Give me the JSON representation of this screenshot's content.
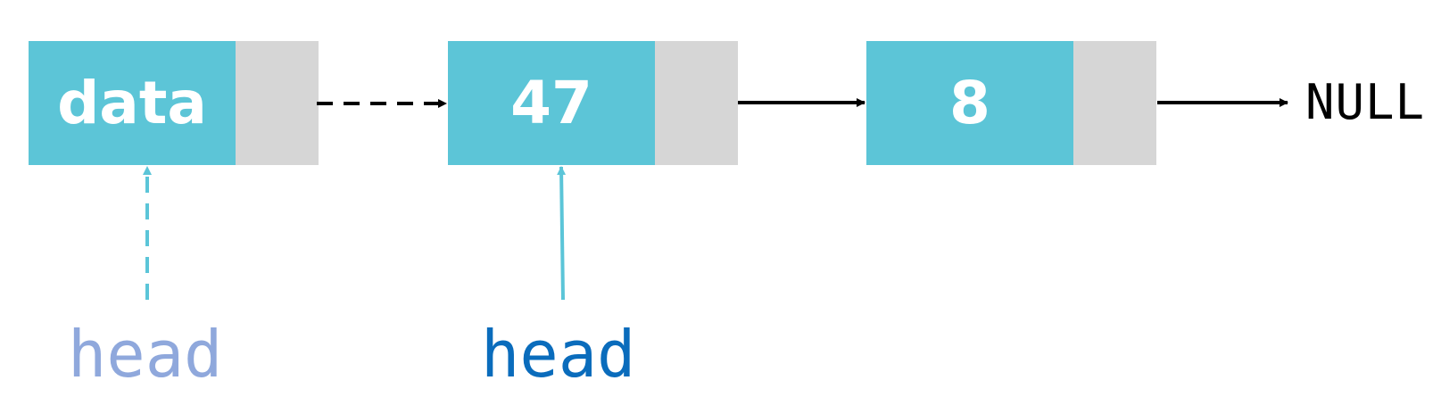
{
  "nodes": [
    {
      "value": "data"
    },
    {
      "value": "47"
    },
    {
      "value": "8"
    }
  ],
  "terminal_label": "NULL",
  "pointers": [
    {
      "label": "head",
      "style": "dashed",
      "color": "#8fa8dc",
      "arrow_color": "#5bc5d8"
    },
    {
      "label": "head",
      "style": "solid",
      "color": "#0a6cbc",
      "arrow_color": "#5bc5d8"
    }
  ],
  "links": [
    {
      "from": "data",
      "to": "47",
      "style": "dashed"
    },
    {
      "from": "47",
      "to": "8",
      "style": "solid"
    },
    {
      "from": "8",
      "to": "NULL",
      "style": "solid"
    }
  ],
  "colors": {
    "node_data_fill": "#5cc5d7",
    "node_next_fill": "#d6d6d6",
    "link_arrow": "#000000"
  }
}
